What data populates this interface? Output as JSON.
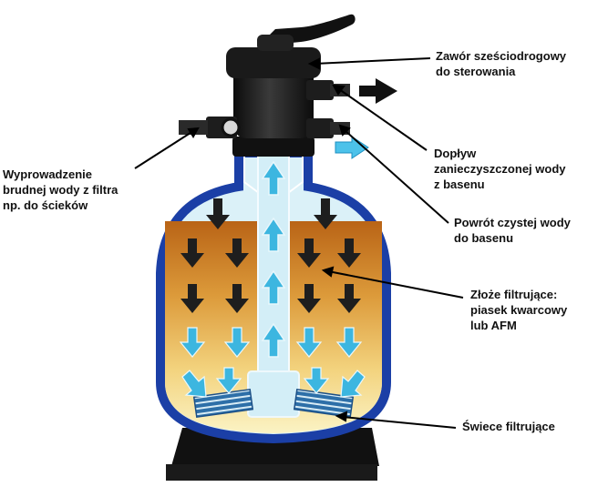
{
  "labels": {
    "valve": "Zawór sześciodrogowy\ndo sterowania",
    "inflow": "Dopływ\nzanieczyszczonej wody\nz basenu",
    "return": "Powrót czystej wody\ndo basenu",
    "bed": "Złoże filtrujące:\npiasek kwarcowy\nlub AFM",
    "candles": "Świece filtrujące",
    "outflow": "Wyprowadzenie\nbrudnej wody z filtra\nnp. do ścieków"
  },
  "colors": {
    "tank_outline": "#1b3fa6",
    "sand_top": "#c9761c",
    "sand_bottom": "#fbf0b8",
    "clear_water": "#dbf1f8",
    "flow_arrow": "#3cb6e0",
    "dark_arrow": "#1e1e1e",
    "pipe": "#cfeaf3"
  },
  "icons": {
    "down_arrow": "down-arrow-icon",
    "up_arrow": "up-arrow-icon",
    "inflow_arrow": "inflow-arrow-icon",
    "return_arrow": "return-arrow-icon"
  }
}
